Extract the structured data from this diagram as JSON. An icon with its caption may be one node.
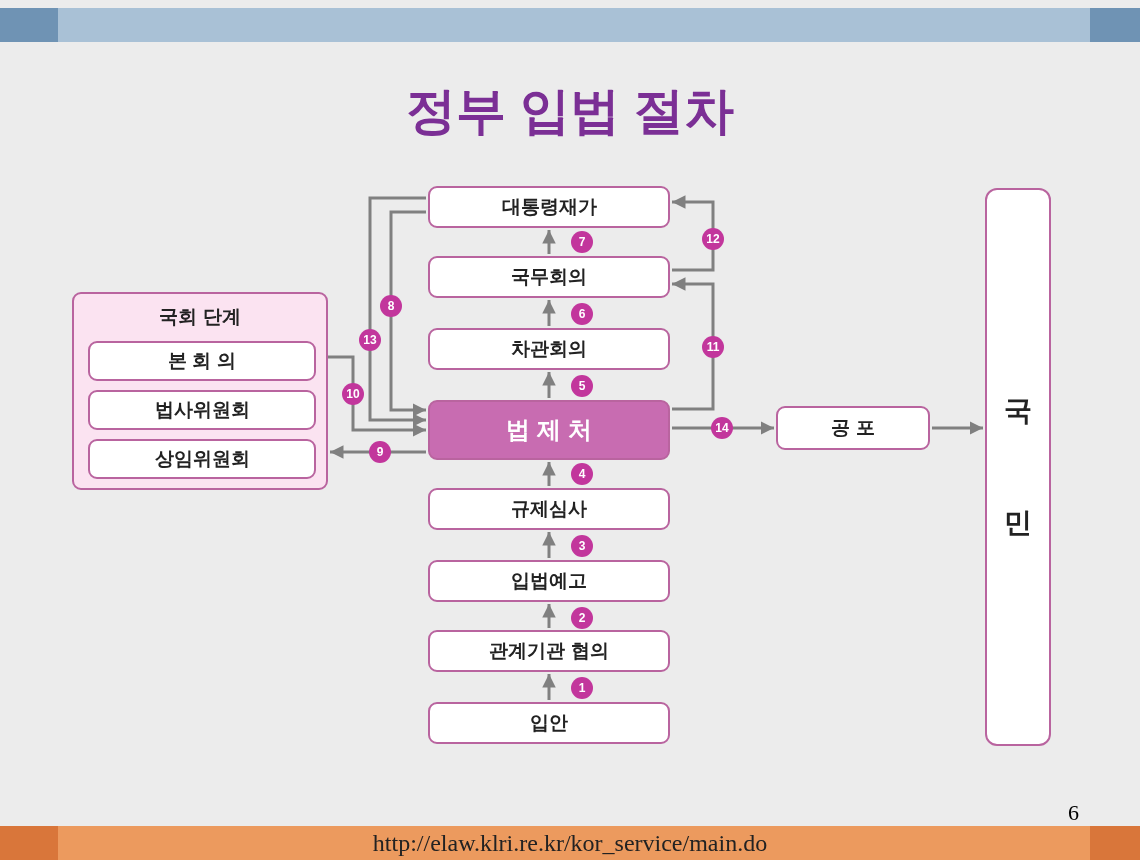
{
  "diagram": {
    "title": "정부 입법 절차",
    "nodes": [
      {
        "text": [
          "국회 단계"
        ]
      },
      {
        "text": [
          "본 회 의"
        ],
        "in": 0
      },
      {
        "text": [
          "법사위원회"
        ],
        "in": 0
      },
      {
        "text": [
          "상임위원회"
        ],
        "in": 0
      },
      {
        "text": [
          "대통령재가"
        ]
      },
      {
        "text": [
          "국무회의"
        ]
      },
      {
        "text": [
          "차관회의"
        ]
      },
      {
        "text": [
          "법 제 처"
        ]
      },
      {
        "text": [
          "규제심사"
        ]
      },
      {
        "text": [
          "입법예고"
        ]
      },
      {
        "text": [
          "관계기관 협의"
        ]
      },
      {
        "text": [
          "입안"
        ]
      },
      {
        "text": [
          "공 포"
        ]
      },
      {
        "text": [
          "국 민"
        ]
      }
    ],
    "edges": [
      {
        "from": 11,
        "to": 10,
        "arrow": "to",
        "label": "1"
      },
      {
        "from": 10,
        "to": 9,
        "arrow": "to",
        "label": "2"
      },
      {
        "from": 9,
        "to": 8,
        "arrow": "to",
        "label": "3"
      },
      {
        "from": 8,
        "to": 7,
        "arrow": "to",
        "label": "4"
      },
      {
        "from": 7,
        "to": 6,
        "arrow": "to",
        "label": "5"
      },
      {
        "from": 6,
        "to": 5,
        "arrow": "to",
        "label": "6"
      },
      {
        "from": 5,
        "to": 4,
        "arrow": "to",
        "label": "7"
      },
      {
        "from": 4,
        "to": 7,
        "arrow": "to",
        "label": "8"
      },
      {
        "from": 7,
        "to": 0,
        "arrow": "to",
        "label": "9"
      },
      {
        "from": 1,
        "to": 7,
        "arrow": "to",
        "label": "10"
      },
      {
        "from": 7,
        "to": 5,
        "arrow": "to",
        "label": "11"
      },
      {
        "from": 5,
        "to": 4,
        "arrow": "to",
        "label": "12"
      },
      {
        "from": 4,
        "to": 7,
        "arrow": "to",
        "label": "13"
      },
      {
        "from": 7,
        "to": 12,
        "arrow": "to",
        "label": "14"
      },
      {
        "from": 12,
        "to": 13,
        "arrow": "to"
      }
    ],
    "labels": [
      "6",
      "http://elaw.klri.re.kr/kor_service/main.do"
    ]
  }
}
